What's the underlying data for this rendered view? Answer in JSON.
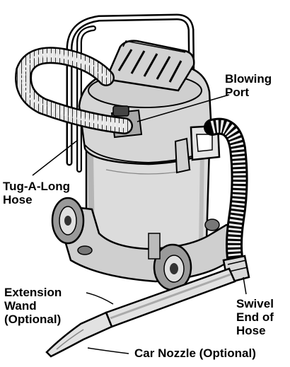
{
  "labels": {
    "blowing_port": [
      "Blowing",
      "Port"
    ],
    "tug_a_long_hose": [
      "Tug-A-Long",
      "Hose"
    ],
    "extension_wand": [
      "Extension",
      "Wand",
      "(Optional)"
    ],
    "swivel_end": [
      "Swivel",
      "End of",
      "Hose"
    ],
    "car_nozzle": "Car Nozzle (Optional)"
  },
  "colors": {
    "line": "#000000",
    "body": "#dcdcdc",
    "body_shade": "#c4c4c4",
    "dark": "#8f8f8f",
    "background": "#ffffff"
  }
}
